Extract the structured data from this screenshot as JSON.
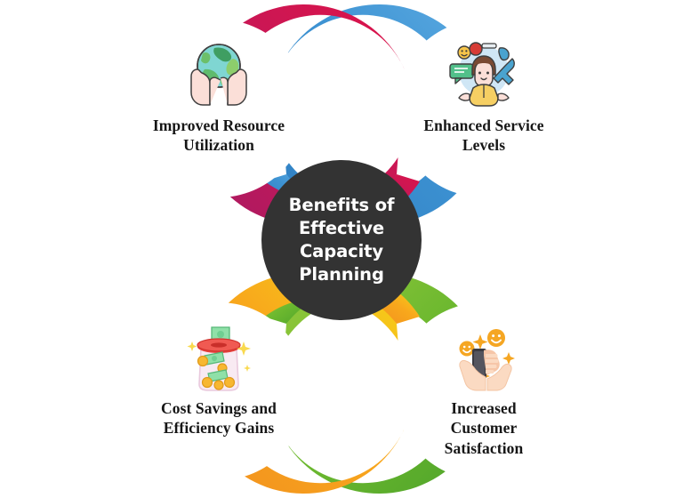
{
  "diagram": {
    "title": "Benefits of Effective Capacity Planning",
    "center": {
      "label": "Benefits of Effective Capacity Planning",
      "color": "#333333"
    },
    "background_color": "#ffffff",
    "nodes": [
      {
        "id": "improved-resource-utilization",
        "label": "Improved Resource Utilization",
        "position": "top-left",
        "ring_color": "#3d92d2",
        "ring_color_end": "#59a6dd",
        "icon": "hands-holding-globe-icon"
      },
      {
        "id": "enhanced-service-levels",
        "label": "Enhanced Service Levels",
        "position": "top-right",
        "ring_color": "#d8184f",
        "ring_color_end": "#a81a63",
        "icon": "customer-support-agent-icon"
      },
      {
        "id": "cost-savings-and-efficiency-gains",
        "label": "Cost Savings and Efficiency Gains",
        "position": "bottom-left",
        "ring_color": "#5cb22c",
        "ring_color_end": "#8cc63f",
        "icon": "savings-jar-money-icon"
      },
      {
        "id": "increased-customer-satisfaction",
        "label": "Increased Customer Satisfaction",
        "position": "bottom-right",
        "ring_color": "#f3941e",
        "ring_color_end": "#f5d518",
        "icon": "hands-phone-smiley-icon"
      }
    ]
  }
}
